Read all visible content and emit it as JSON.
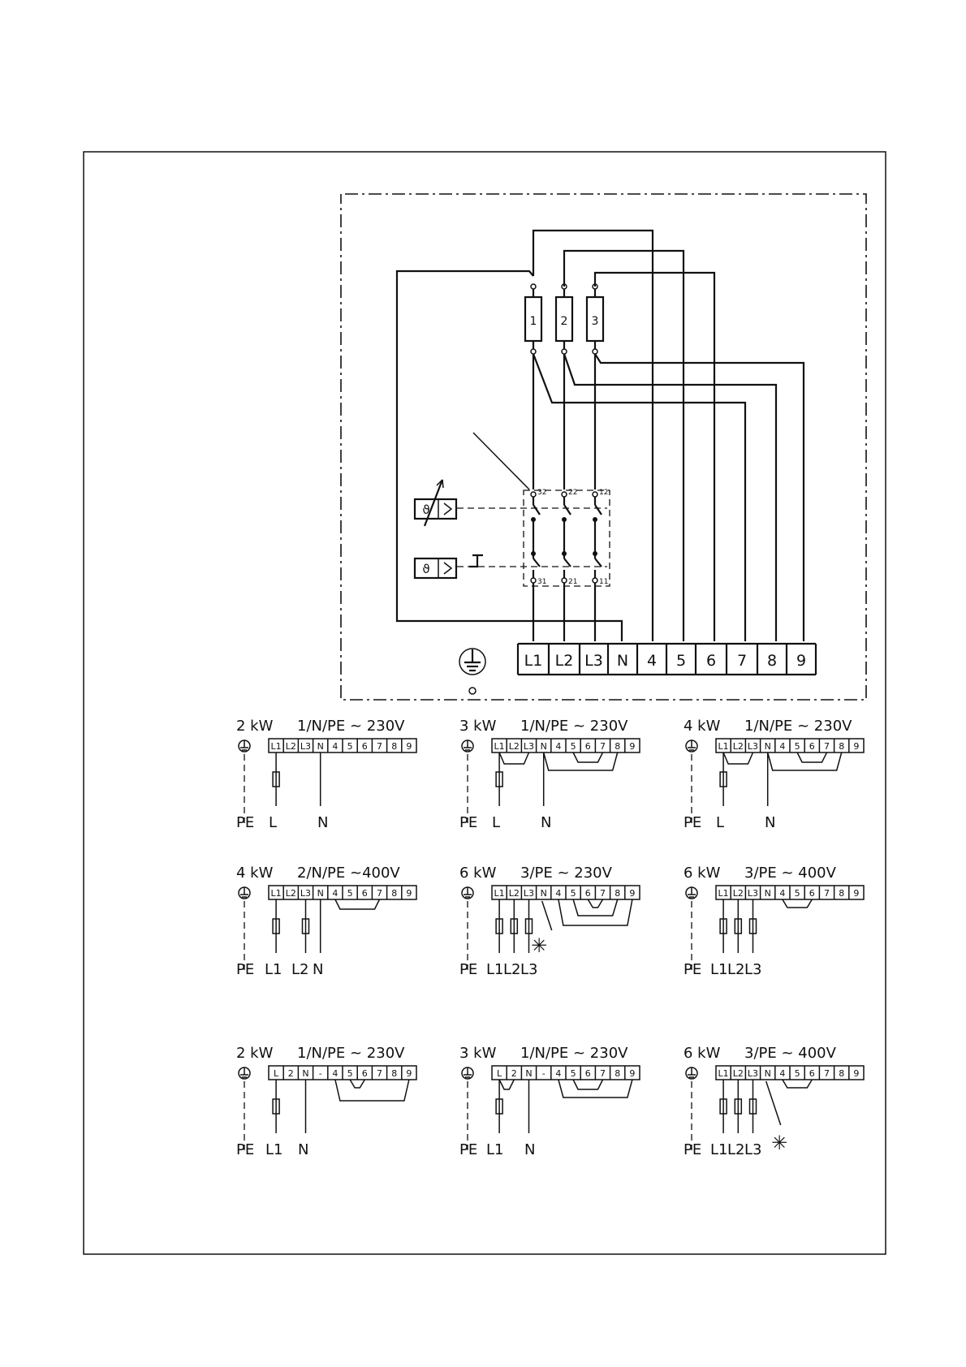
{
  "main_diagram": {
    "heater_elements": [
      "1",
      "2",
      "3"
    ],
    "switch_contacts_top": [
      "32",
      "22",
      "12"
    ],
    "switch_contacts_bottom": [
      "31",
      "21",
      "11"
    ],
    "terminals": [
      "L1",
      "L2",
      "L3",
      "N",
      "4",
      "5",
      "6",
      "7",
      "8",
      "9"
    ],
    "symbols": [
      "temperature-controller-icon",
      "safety-cutout-icon",
      "earth-icon"
    ]
  },
  "variants": [
    {
      "power": "2 kW",
      "supply": "1/N/PE ~ 230V",
      "terminals": [
        "L1",
        "L2",
        "L3",
        "N",
        "4",
        "5",
        "6",
        "7",
        "8",
        "9"
      ],
      "feed": [
        "PE",
        "L",
        "N"
      ]
    },
    {
      "power": "3 kW",
      "supply": "1/N/PE ~ 230V",
      "terminals": [
        "L1",
        "L2",
        "L3",
        "N",
        "4",
        "5",
        "6",
        "7",
        "8",
        "9"
      ],
      "feed": [
        "PE",
        "L",
        "N"
      ]
    },
    {
      "power": "4 kW",
      "supply": "1/N/PE ~ 230V",
      "terminals": [
        "L1",
        "L2",
        "L3",
        "N",
        "4",
        "5",
        "6",
        "7",
        "8",
        "9"
      ],
      "feed": [
        "PE",
        "L",
        "N"
      ]
    },
    {
      "power": "4 kW",
      "supply": "2/N/PE ~400V",
      "terminals": [
        "L1",
        "L2",
        "L3",
        "N",
        "4",
        "5",
        "6",
        "7",
        "8",
        "9"
      ],
      "feed": [
        "PE",
        "L1",
        "L2",
        "N"
      ]
    },
    {
      "power": "6 kW",
      "supply": "3/PE ~ 230V",
      "terminals": [
        "L1",
        "L2",
        "L3",
        "N",
        "4",
        "5",
        "6",
        "7",
        "8",
        "9"
      ],
      "feed": [
        "PE",
        "L1",
        "L2",
        "L3"
      ],
      "note": "✳"
    },
    {
      "power": "6 kW",
      "supply": "3/PE ~ 400V",
      "terminals": [
        "L1",
        "L2",
        "L3",
        "N",
        "4",
        "5",
        "6",
        "7",
        "8",
        "9"
      ],
      "feed": [
        "PE",
        "L1",
        "L2",
        "L3"
      ]
    },
    {
      "power": "2 kW",
      "supply": "1/N/PE ~ 230V",
      "terminals": [
        "L",
        "2",
        "N",
        "-",
        "4",
        "5",
        "6",
        "7",
        "8",
        "9"
      ],
      "feed": [
        "PE",
        "L1",
        "N"
      ]
    },
    {
      "power": "3 kW",
      "supply": "1/N/PE ~ 230V",
      "terminals": [
        "L",
        "2",
        "N",
        "-",
        "4",
        "5",
        "6",
        "7",
        "8",
        "9"
      ],
      "feed": [
        "PE",
        "L1",
        "N"
      ]
    },
    {
      "power": "6 kW",
      "supply": "3/PE ~ 400V",
      "terminals": [
        "L1",
        "L2",
        "L3",
        "N",
        "4",
        "5",
        "6",
        "7",
        "8",
        "9"
      ],
      "feed": [
        "PE",
        "L1",
        "L2",
        "L3"
      ],
      "note": "✳"
    }
  ]
}
